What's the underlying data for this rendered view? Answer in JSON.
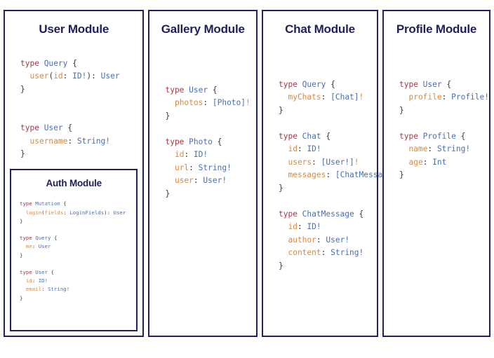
{
  "theme": {
    "border_color": "#20205a",
    "title_color": "#20205a",
    "background": "#ffffff",
    "keyword_color": "#a13b47",
    "type_color": "#4a6fb5",
    "field_color": "#d98a3f",
    "punctuation_color": "#3a3a3a"
  },
  "modules": [
    {
      "id": "user",
      "title": "User Module",
      "code_lines": [
        [
          {
            "t": "type ",
            "c": "kw"
          },
          {
            "t": "Query",
            "c": "type"
          },
          {
            "t": " {",
            "c": "punc"
          }
        ],
        [
          {
            "t": "  ",
            "c": "punc"
          },
          {
            "t": "user",
            "c": "field"
          },
          {
            "t": "(",
            "c": "punc"
          },
          {
            "t": "id",
            "c": "field"
          },
          {
            "t": ": ",
            "c": "punc"
          },
          {
            "t": "ID!",
            "c": "type"
          },
          {
            "t": "): ",
            "c": "punc"
          },
          {
            "t": "User",
            "c": "type"
          }
        ],
        [
          {
            "t": "}",
            "c": "punc"
          }
        ],
        [
          {
            "t": "",
            "c": "punc"
          }
        ],
        [
          {
            "t": "",
            "c": "punc"
          }
        ],
        [
          {
            "t": "type ",
            "c": "kw"
          },
          {
            "t": "User",
            "c": "type"
          },
          {
            "t": " {",
            "c": "punc"
          }
        ],
        [
          {
            "t": "  ",
            "c": "punc"
          },
          {
            "t": "username",
            "c": "field"
          },
          {
            "t": ": ",
            "c": "punc"
          },
          {
            "t": "String!",
            "c": "type"
          }
        ],
        [
          {
            "t": "}",
            "c": "punc"
          }
        ]
      ],
      "nested": {
        "id": "auth",
        "title": "Auth Module",
        "code_lines": [
          [
            {
              "t": "type ",
              "c": "kw"
            },
            {
              "t": "Mutation",
              "c": "type"
            },
            {
              "t": " {",
              "c": "punc"
            }
          ],
          [
            {
              "t": "  ",
              "c": "punc"
            },
            {
              "t": "login",
              "c": "field"
            },
            {
              "t": "(",
              "c": "punc"
            },
            {
              "t": "fields",
              "c": "field"
            },
            {
              "t": ": ",
              "c": "punc"
            },
            {
              "t": "LoginFields",
              "c": "type"
            },
            {
              "t": "): ",
              "c": "punc"
            },
            {
              "t": "User",
              "c": "type"
            }
          ],
          [
            {
              "t": "}",
              "c": "punc"
            }
          ],
          [
            {
              "t": "",
              "c": "punc"
            }
          ],
          [
            {
              "t": "type ",
              "c": "kw"
            },
            {
              "t": "Query",
              "c": "type"
            },
            {
              "t": " {",
              "c": "punc"
            }
          ],
          [
            {
              "t": "  ",
              "c": "punc"
            },
            {
              "t": "me",
              "c": "field"
            },
            {
              "t": ": ",
              "c": "punc"
            },
            {
              "t": "User",
              "c": "type"
            }
          ],
          [
            {
              "t": "}",
              "c": "punc"
            }
          ],
          [
            {
              "t": "",
              "c": "punc"
            }
          ],
          [
            {
              "t": "type ",
              "c": "kw"
            },
            {
              "t": "User",
              "c": "type"
            },
            {
              "t": " {",
              "c": "punc"
            }
          ],
          [
            {
              "t": "  ",
              "c": "punc"
            },
            {
              "t": "id",
              "c": "field"
            },
            {
              "t": ": ",
              "c": "punc"
            },
            {
              "t": "ID!",
              "c": "type"
            }
          ],
          [
            {
              "t": "  ",
              "c": "punc"
            },
            {
              "t": "email",
              "c": "field"
            },
            {
              "t": ": ",
              "c": "punc"
            },
            {
              "t": "String!",
              "c": "type"
            }
          ],
          [
            {
              "t": "}",
              "c": "punc"
            }
          ]
        ]
      }
    },
    {
      "id": "gallery",
      "title": "Gallery Module",
      "code_lines": [
        [
          {
            "t": "type ",
            "c": "kw"
          },
          {
            "t": "User",
            "c": "type"
          },
          {
            "t": " {",
            "c": "punc"
          }
        ],
        [
          {
            "t": "  ",
            "c": "punc"
          },
          {
            "t": "photos",
            "c": "field"
          },
          {
            "t": ": ",
            "c": "punc"
          },
          {
            "t": "[Photo]",
            "c": "type"
          },
          {
            "t": "!",
            "c": "field"
          }
        ],
        [
          {
            "t": "}",
            "c": "punc"
          }
        ],
        [
          {
            "t": "",
            "c": "punc"
          }
        ],
        [
          {
            "t": "type ",
            "c": "kw"
          },
          {
            "t": "Photo",
            "c": "type"
          },
          {
            "t": " {",
            "c": "punc"
          }
        ],
        [
          {
            "t": "  ",
            "c": "punc"
          },
          {
            "t": "id",
            "c": "field"
          },
          {
            "t": ": ",
            "c": "punc"
          },
          {
            "t": "ID!",
            "c": "type"
          }
        ],
        [
          {
            "t": "  ",
            "c": "punc"
          },
          {
            "t": "url",
            "c": "field"
          },
          {
            "t": ": ",
            "c": "punc"
          },
          {
            "t": "String!",
            "c": "type"
          }
        ],
        [
          {
            "t": "  ",
            "c": "punc"
          },
          {
            "t": "user",
            "c": "field"
          },
          {
            "t": ": ",
            "c": "punc"
          },
          {
            "t": "User!",
            "c": "type"
          }
        ],
        [
          {
            "t": "}",
            "c": "punc"
          }
        ]
      ]
    },
    {
      "id": "chat",
      "title": "Chat Module",
      "code_lines": [
        [
          {
            "t": "type ",
            "c": "kw"
          },
          {
            "t": "Query",
            "c": "type"
          },
          {
            "t": " {",
            "c": "punc"
          }
        ],
        [
          {
            "t": "  ",
            "c": "punc"
          },
          {
            "t": "myChats",
            "c": "field"
          },
          {
            "t": ": ",
            "c": "punc"
          },
          {
            "t": "[Chat]",
            "c": "type"
          },
          {
            "t": "!",
            "c": "field"
          }
        ],
        [
          {
            "t": "}",
            "c": "punc"
          }
        ],
        [
          {
            "t": "",
            "c": "punc"
          }
        ],
        [
          {
            "t": "type ",
            "c": "kw"
          },
          {
            "t": "Chat",
            "c": "type"
          },
          {
            "t": " {",
            "c": "punc"
          }
        ],
        [
          {
            "t": "  ",
            "c": "punc"
          },
          {
            "t": "id",
            "c": "field"
          },
          {
            "t": ": ",
            "c": "punc"
          },
          {
            "t": "ID!",
            "c": "type"
          }
        ],
        [
          {
            "t": "  ",
            "c": "punc"
          },
          {
            "t": "users",
            "c": "field"
          },
          {
            "t": ": ",
            "c": "punc"
          },
          {
            "t": "[User!]",
            "c": "type"
          },
          {
            "t": "!",
            "c": "field"
          }
        ],
        [
          {
            "t": "  ",
            "c": "punc"
          },
          {
            "t": "messages",
            "c": "field"
          },
          {
            "t": ": ",
            "c": "punc"
          },
          {
            "t": "[ChatMessage]",
            "c": "type"
          },
          {
            "t": "!",
            "c": "field"
          }
        ],
        [
          {
            "t": "}",
            "c": "punc"
          }
        ],
        [
          {
            "t": "",
            "c": "punc"
          }
        ],
        [
          {
            "t": "type ",
            "c": "kw"
          },
          {
            "t": "ChatMessage",
            "c": "type"
          },
          {
            "t": " {",
            "c": "punc"
          }
        ],
        [
          {
            "t": "  ",
            "c": "punc"
          },
          {
            "t": "id",
            "c": "field"
          },
          {
            "t": ": ",
            "c": "punc"
          },
          {
            "t": "ID!",
            "c": "type"
          }
        ],
        [
          {
            "t": "  ",
            "c": "punc"
          },
          {
            "t": "author",
            "c": "field"
          },
          {
            "t": ": ",
            "c": "punc"
          },
          {
            "t": "User!",
            "c": "type"
          }
        ],
        [
          {
            "t": "  ",
            "c": "punc"
          },
          {
            "t": "content",
            "c": "field"
          },
          {
            "t": ": ",
            "c": "punc"
          },
          {
            "t": "String!",
            "c": "type"
          }
        ],
        [
          {
            "t": "}",
            "c": "punc"
          }
        ]
      ]
    },
    {
      "id": "profile",
      "title": "Profile Module",
      "code_lines": [
        [
          {
            "t": "type ",
            "c": "kw"
          },
          {
            "t": "User",
            "c": "type"
          },
          {
            "t": " {",
            "c": "punc"
          }
        ],
        [
          {
            "t": "  ",
            "c": "punc"
          },
          {
            "t": "profile",
            "c": "field"
          },
          {
            "t": ": ",
            "c": "punc"
          },
          {
            "t": "Profile!",
            "c": "type"
          }
        ],
        [
          {
            "t": "}",
            "c": "punc"
          }
        ],
        [
          {
            "t": "",
            "c": "punc"
          }
        ],
        [
          {
            "t": "type ",
            "c": "kw"
          },
          {
            "t": "Profile",
            "c": "type"
          },
          {
            "t": " {",
            "c": "punc"
          }
        ],
        [
          {
            "t": "  ",
            "c": "punc"
          },
          {
            "t": "name",
            "c": "field"
          },
          {
            "t": ": ",
            "c": "punc"
          },
          {
            "t": "String!",
            "c": "type"
          }
        ],
        [
          {
            "t": "  ",
            "c": "punc"
          },
          {
            "t": "age",
            "c": "field"
          },
          {
            "t": ": ",
            "c": "punc"
          },
          {
            "t": "Int",
            "c": "type"
          }
        ],
        [
          {
            "t": "}",
            "c": "punc"
          }
        ]
      ]
    }
  ]
}
